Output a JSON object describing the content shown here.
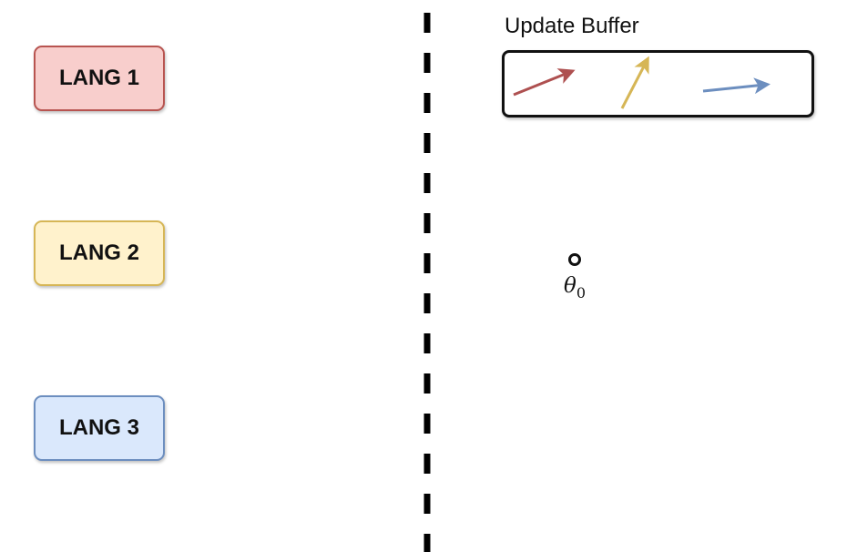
{
  "languages": [
    {
      "label": "LANG 1",
      "fill": "#f8cecc",
      "stroke": "#b85450"
    },
    {
      "label": "LANG 2",
      "fill": "#fff2cc",
      "stroke": "#d6b656"
    },
    {
      "label": "LANG 3",
      "fill": "#dae8fc",
      "stroke": "#6c8ebf"
    }
  ],
  "update_buffer": {
    "title": "Update Buffer",
    "arrow_colors": [
      "#ae5050",
      "#d6b656",
      "#6c8ebf"
    ]
  },
  "parameter": {
    "symbol": "θ",
    "subscript": "0"
  },
  "divider": {
    "style": "dashed",
    "color": "#000000"
  }
}
